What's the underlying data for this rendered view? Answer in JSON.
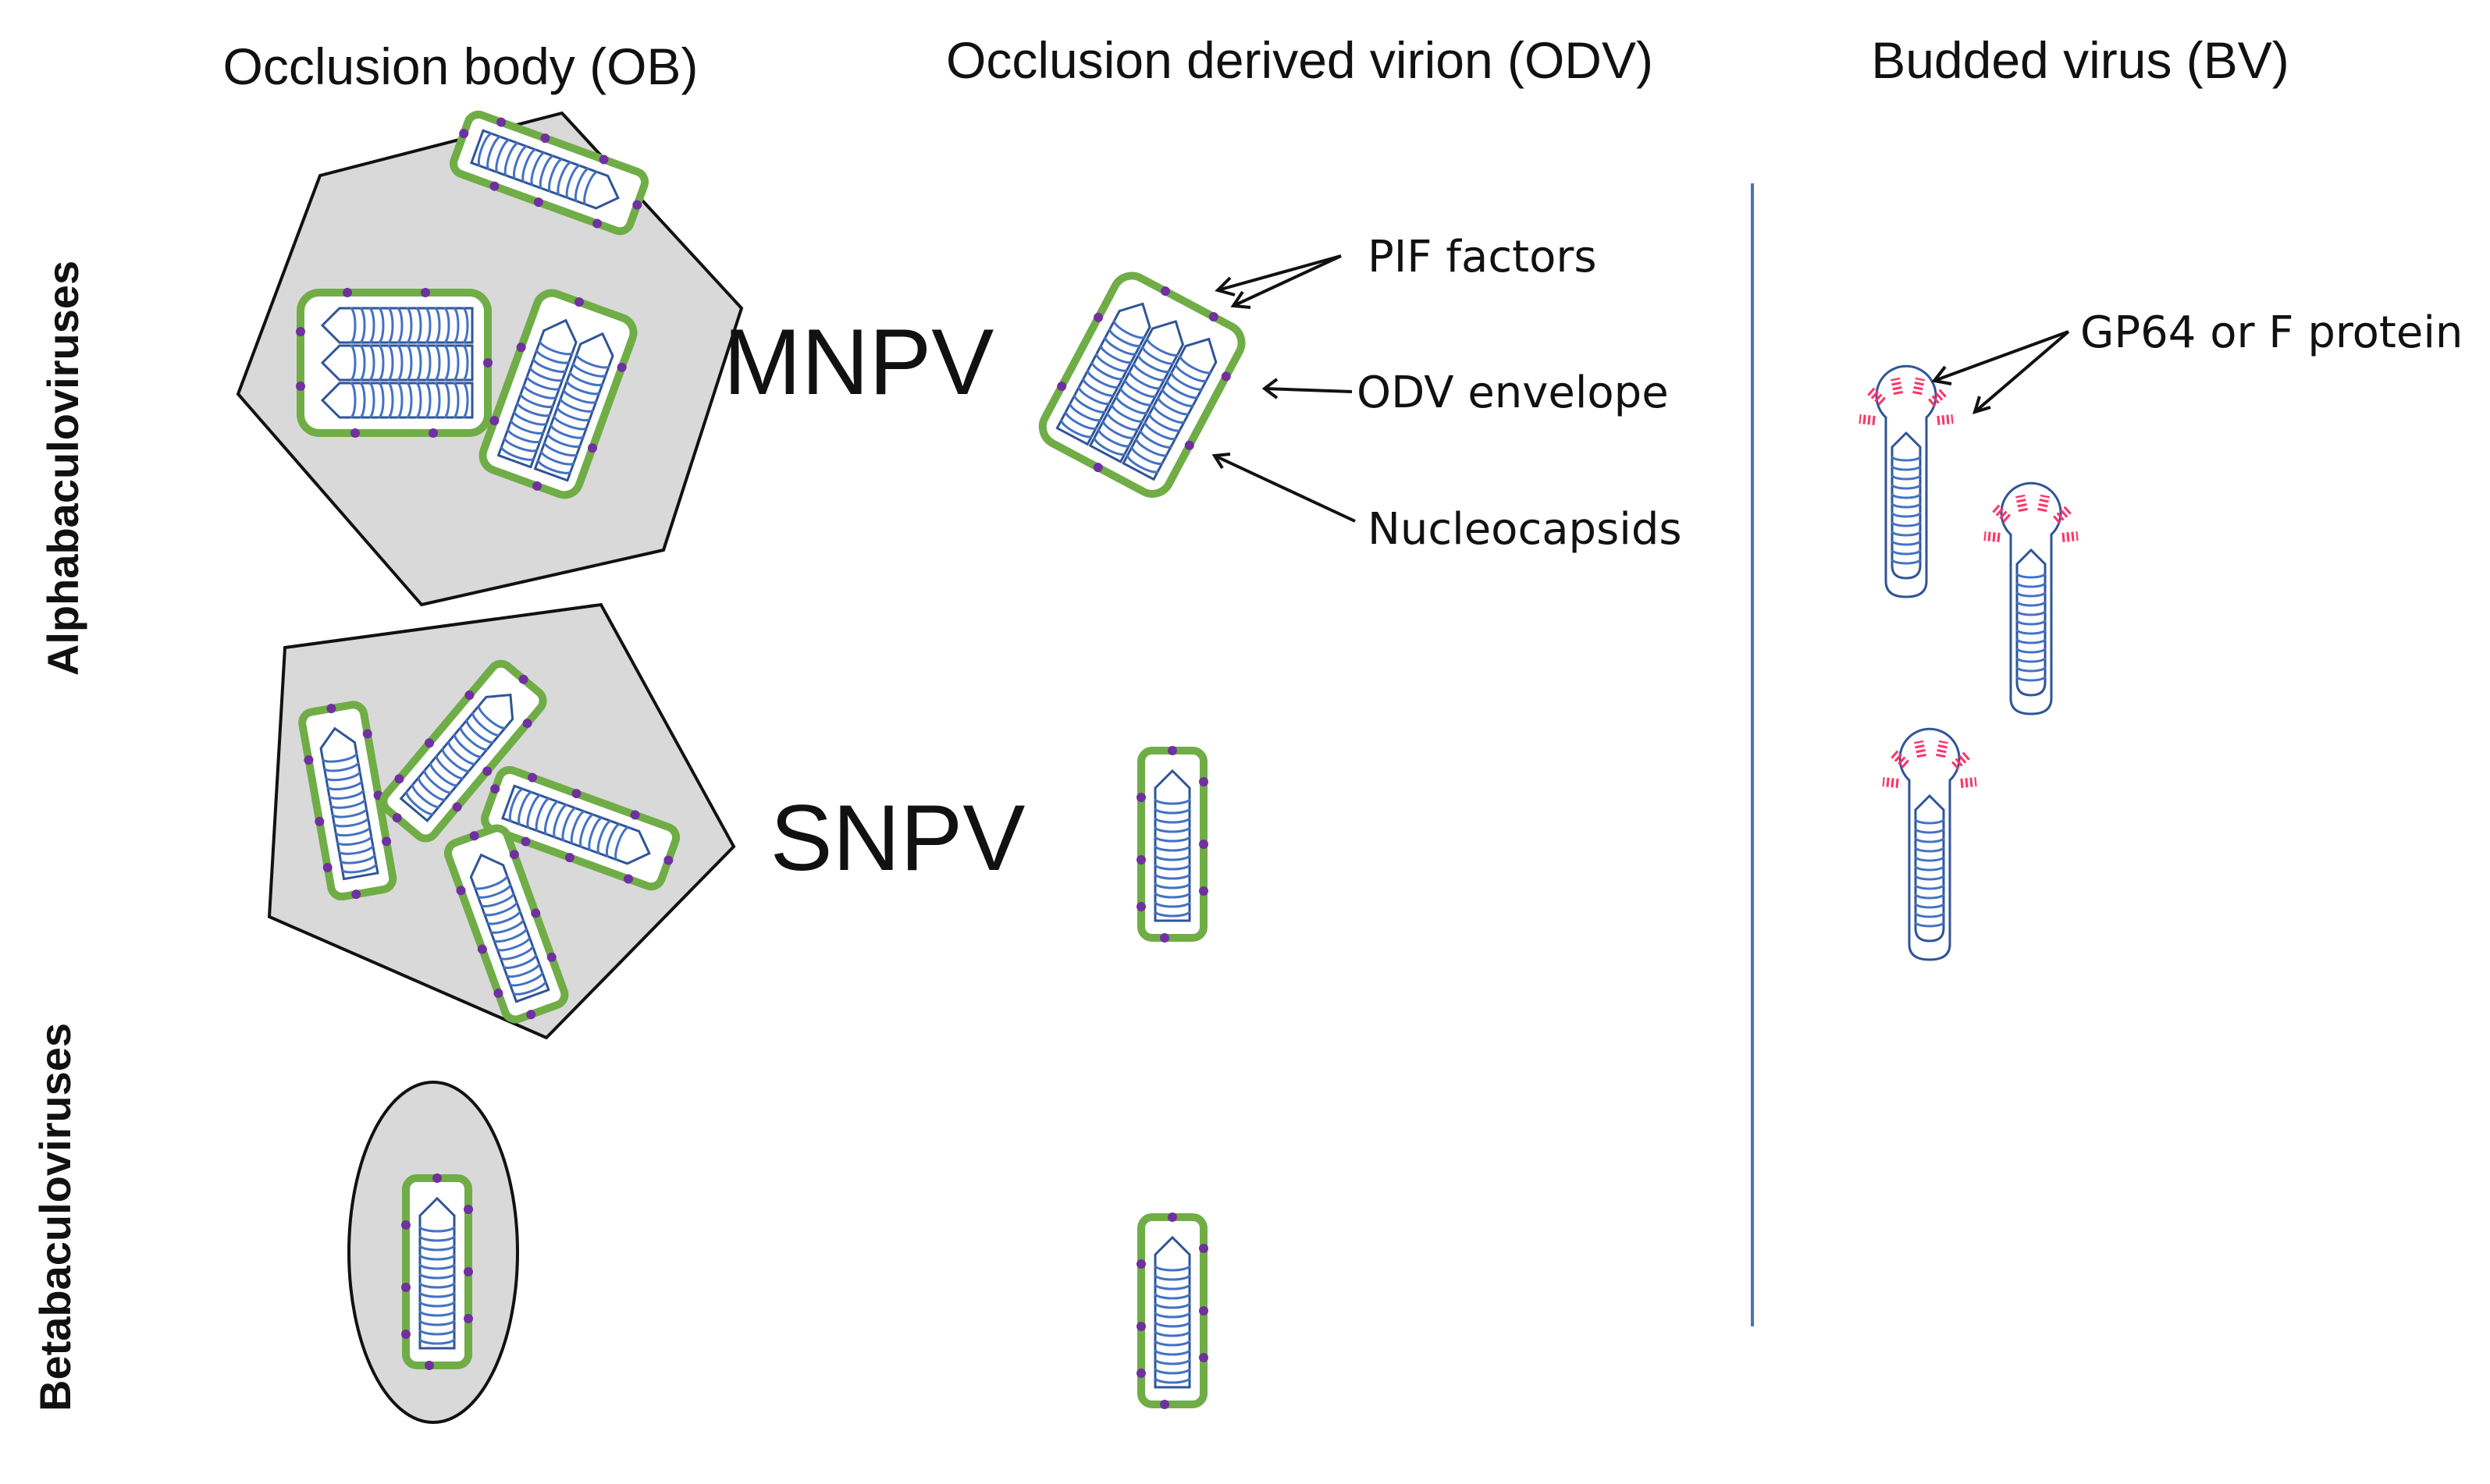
{
  "columns": {
    "ob": "Occlusion body (OB)",
    "odv": "Occlusion derived virion (ODV)",
    "bv": "Budded virus (BV)"
  },
  "groups": {
    "alpha": "Alphabaculoviruses",
    "beta": "Betabaculoviruses"
  },
  "types": {
    "mnpv": "MNPV",
    "snpv": "SNPV"
  },
  "labels": {
    "pif": "PIF factors",
    "envelope": "ODV envelope",
    "nucleocapsids": "Nucleocapsids",
    "gp64": "GP64 or F protein"
  },
  "colors": {
    "occlusion_fill": "#d9d9d9",
    "envelope": "#70ad47",
    "nucleocapsid": "#4472c4",
    "pif_dots": "#7030a0",
    "spikes": "#ff3366",
    "divider": "#4472c4"
  }
}
